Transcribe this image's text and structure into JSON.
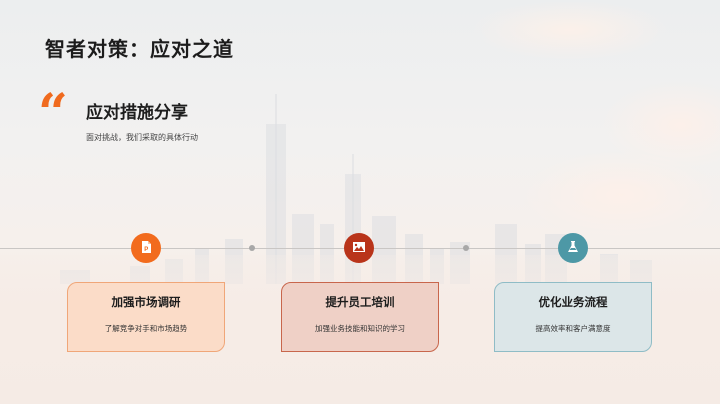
{
  "slide": {
    "title": "智者对策：应对之道",
    "section": {
      "quote_icon": "quote-icon",
      "title": "应对措施分享",
      "subtitle": "面对挑战，我们采取的具体行动"
    }
  },
  "timeline": {
    "line_color": "#c9c6c4",
    "items": [
      {
        "icon": "file-ppt-icon",
        "icon_color": "#f26b1d",
        "title": "加强市场调研",
        "description": "了解竞争对手和市场趋势",
        "card_bg": "#fbdcc8",
        "card_border": "#f0a678"
      },
      {
        "icon": "image-icon",
        "icon_color": "#b9341a",
        "title": "提升员工培训",
        "description": "加强业务技能和知识的学习",
        "card_bg": "#efd0c6",
        "card_border": "#c8664c"
      },
      {
        "icon": "flask-icon",
        "icon_color": "#4d98a6",
        "title": "优化业务流程",
        "description": "提高效率和客户满意度",
        "card_bg": "#dce6e8",
        "card_border": "#8fbcc6"
      }
    ]
  }
}
